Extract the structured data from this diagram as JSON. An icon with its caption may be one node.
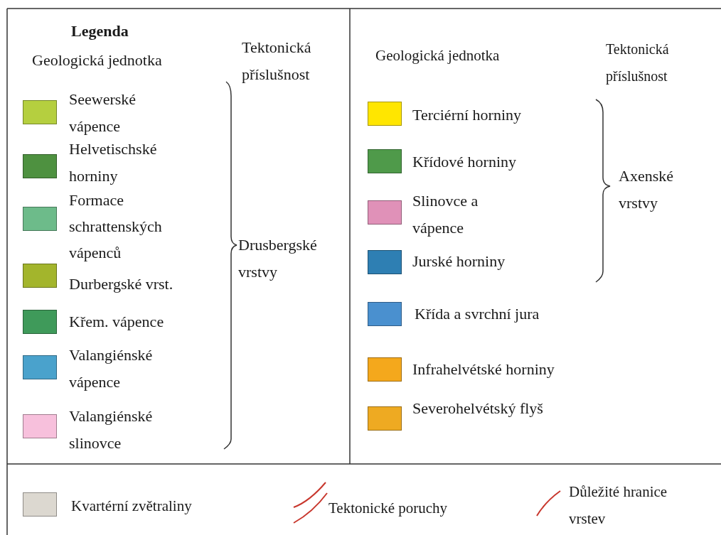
{
  "diagram": {
    "title": "Legenda",
    "labels": [
      "Geologická jednotka",
      "Tektonická příslušnost",
      "Drusbergské vrstvy",
      "Geologická jednotka",
      "Tektonická příslušnost",
      "Axenské vrstvy"
    ],
    "legend": [
      {
        "text": "Seewerské vápence",
        "color": "#b5cf3f"
      },
      {
        "text": "Helvetischské horniny",
        "color": "#4e9140"
      },
      {
        "text": "Formace schrattenských vápenců",
        "color": "#6dbb8a"
      },
      {
        "text": "Durbergské vrst.",
        "color": "#a3b52c"
      },
      {
        "text": "Křem. vápence",
        "color": "#3f9a5a"
      },
      {
        "text": "Valangiénské vápence",
        "color": "#4aa2cc"
      },
      {
        "text": "Valangiénské slinovce",
        "color": "#f7c0dc"
      },
      {
        "text": "Terciérní horniny",
        "color": "#ffe600"
      },
      {
        "text": "Křídové horniny",
        "color": "#4f9a4a"
      },
      {
        "text": "Slinovce a vápence",
        "color": "#e091b8"
      },
      {
        "text": "Jurské horniny",
        "color": "#2e7fb3"
      },
      {
        "text": "Křída a svrchní jura",
        "color": "#4a90cf"
      },
      {
        "text": "Infrahelvétské horniny",
        "color": "#f4a81c"
      },
      {
        "text": "Severohelvétský flyš",
        "color": "#eeaa22"
      },
      {
        "text": "Kvartérní zvětraliny",
        "color": "#dcd8d0"
      },
      {
        "text": "Tektonické poruchy"
      },
      {
        "text": "Důležité hranice vrstev"
      }
    ]
  }
}
